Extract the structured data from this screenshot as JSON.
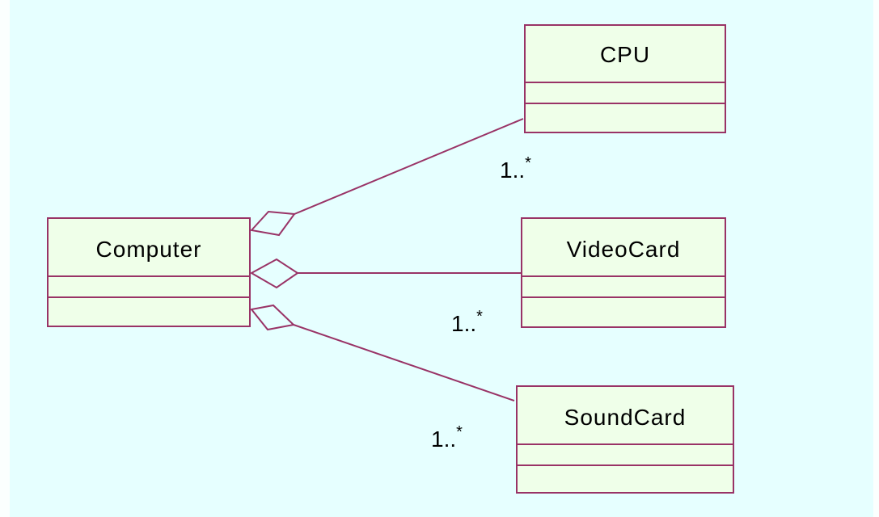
{
  "diagram": {
    "type": "UML class diagram",
    "relationship": "aggregation",
    "colors": {
      "background": "#e6ffff",
      "class_fill": "#efffe9",
      "line": "#993366",
      "text": "#000000"
    },
    "whole": {
      "id": "computer",
      "name": "Computer"
    },
    "parts": [
      {
        "id": "cpu",
        "name": "CPU",
        "multiplicity": "1..*"
      },
      {
        "id": "videocard",
        "name": "VideoCard",
        "multiplicity": "1..*"
      },
      {
        "id": "soundcard",
        "name": "SoundCard",
        "multiplicity": "1..*"
      }
    ]
  }
}
